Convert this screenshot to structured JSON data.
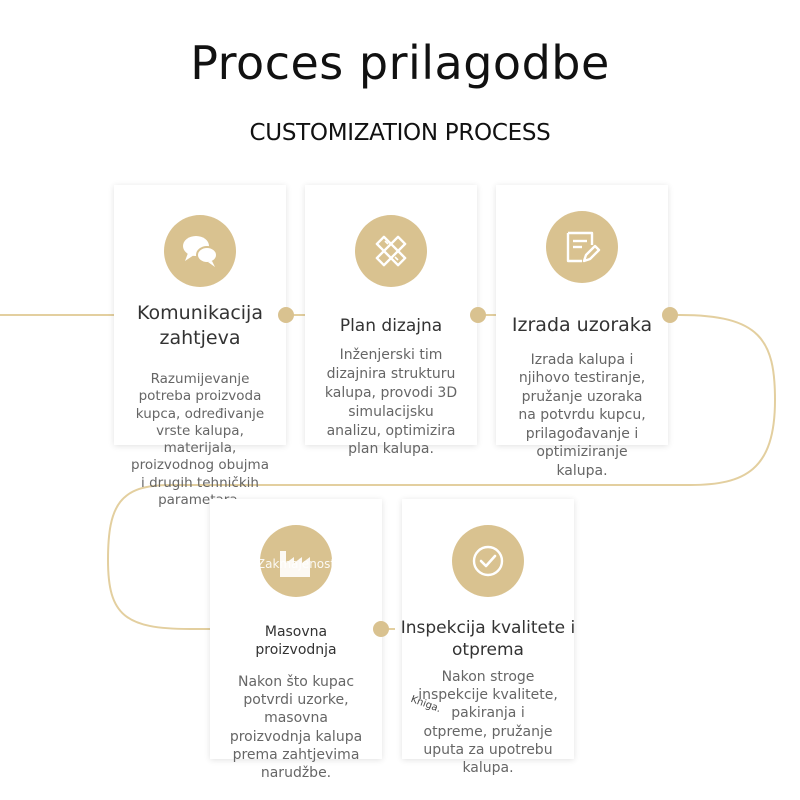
{
  "header": {
    "title": "Proces prilagodbe",
    "subtitle": "CUSTOMIZATION PROCESS"
  },
  "colors": {
    "accent": "#d9c290",
    "line": "#e3cf9f",
    "card_shadow": "#dddddd",
    "title_text": "#111111",
    "body_text": "#666666"
  },
  "steps": [
    {
      "title": "Komunikacija zahtjeva",
      "description": "Razumijevanje potreba proizvoda kupca, određivanje vrste kalupa, materijala, proizvodnog obujma i drugih tehničkih parametara.",
      "icon": "speech-bubbles-icon"
    },
    {
      "title": "Plan dizajna",
      "description": "Inženjerski tim dizajnira strukturu kalupa, provodi 3D simulacijsku analizu, optimizira plan kalupa.",
      "icon": "ruler-pencil-icon"
    },
    {
      "title": "Izrada uzoraka",
      "description": "Izrada kalupa i njihovo testiranje, pružanje uzoraka na potvrdu kupcu, prilagođavanje i optimiziranje kalupa.",
      "icon": "document-edit-icon"
    },
    {
      "title": "Masovna proizvodnja",
      "description": "Nakon što kupac potvrdi uzorke, masovna proizvodnja kalupa prema zahtjevima narudžbe.",
      "icon": "factory-icon",
      "overlay_label": "Zakmajenost"
    },
    {
      "title": "Inspekcija kvalitete i otprema",
      "description": "Nakon stroge inspekcije kvalitete, pakiranja i otpreme, pružanje uputa za upotrebu kalupa.",
      "icon": "checkmark-icon",
      "stamp": "Kniga."
    }
  ]
}
